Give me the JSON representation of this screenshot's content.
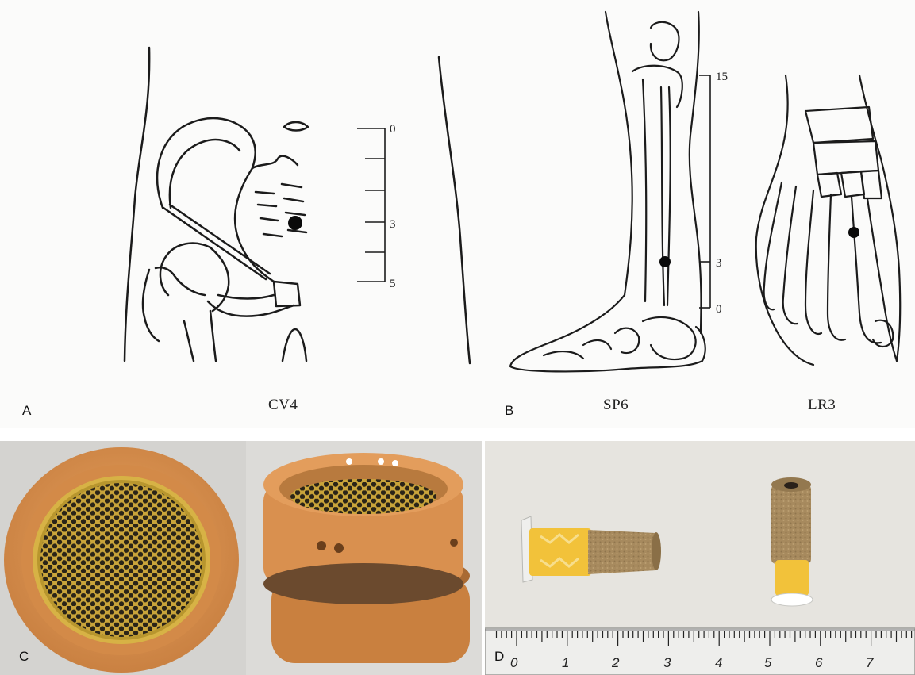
{
  "panels": {
    "a": {
      "letter": "A",
      "point": "CV4",
      "scale_ticks": [
        "0",
        "3",
        "5"
      ]
    },
    "b": {
      "letter": "B",
      "points": [
        "SP6",
        "LR3"
      ],
      "scale_ticks": [
        "15",
        "3",
        "0"
      ]
    },
    "c": {
      "letter": "C"
    },
    "d": {
      "letter": "D",
      "ruler_numbers": [
        "0",
        "1",
        "2",
        "3",
        "4",
        "5",
        "6",
        "7"
      ]
    }
  },
  "colors": {
    "device_orange": "#d9904f",
    "mesh_gold": "#c9a43a",
    "moxa_brown": "#a78a5e",
    "label_yellow": "#f2c23a"
  }
}
